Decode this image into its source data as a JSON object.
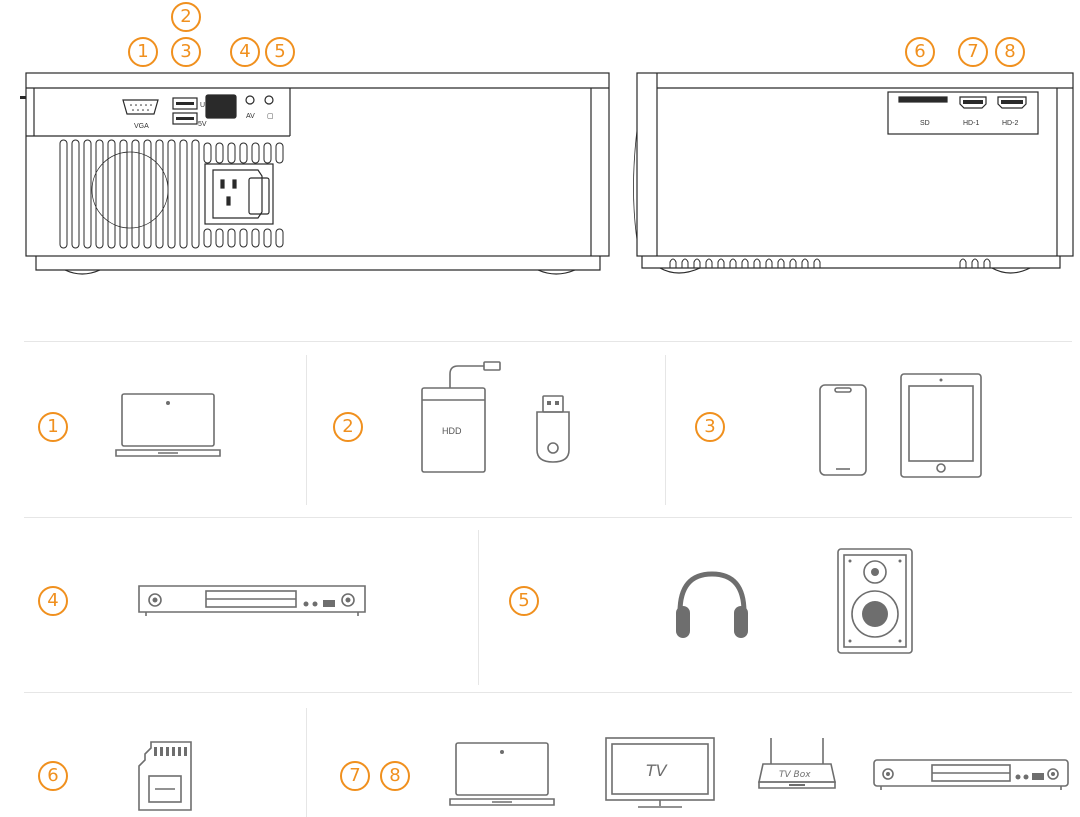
{
  "ports_top": {
    "markers_left": [
      "1",
      "2",
      "3",
      "4",
      "5"
    ],
    "markers_right": [
      "6",
      "7",
      "8"
    ],
    "port_labels": {
      "vga": "VGA",
      "usb": "U",
      "five_v": "5V",
      "av": "AV",
      "sd": "SD",
      "hd1": "HD-1",
      "hd2": "HD-2"
    }
  },
  "rows": {
    "r1": {
      "n1": "1",
      "n2": "2",
      "n3": "3",
      "hdd_label": "HDD"
    },
    "r2": {
      "n4": "4",
      "n5": "5"
    },
    "r3": {
      "n6": "6",
      "n7": "7",
      "n8": "8",
      "tv_label": "TV",
      "tvbox_label": "TV Box"
    }
  },
  "colors": {
    "accent": "#f0901e",
    "line": "#e6e6e6",
    "device_stroke": "#6e6e6e",
    "body_stroke": "#2a2a2a"
  }
}
